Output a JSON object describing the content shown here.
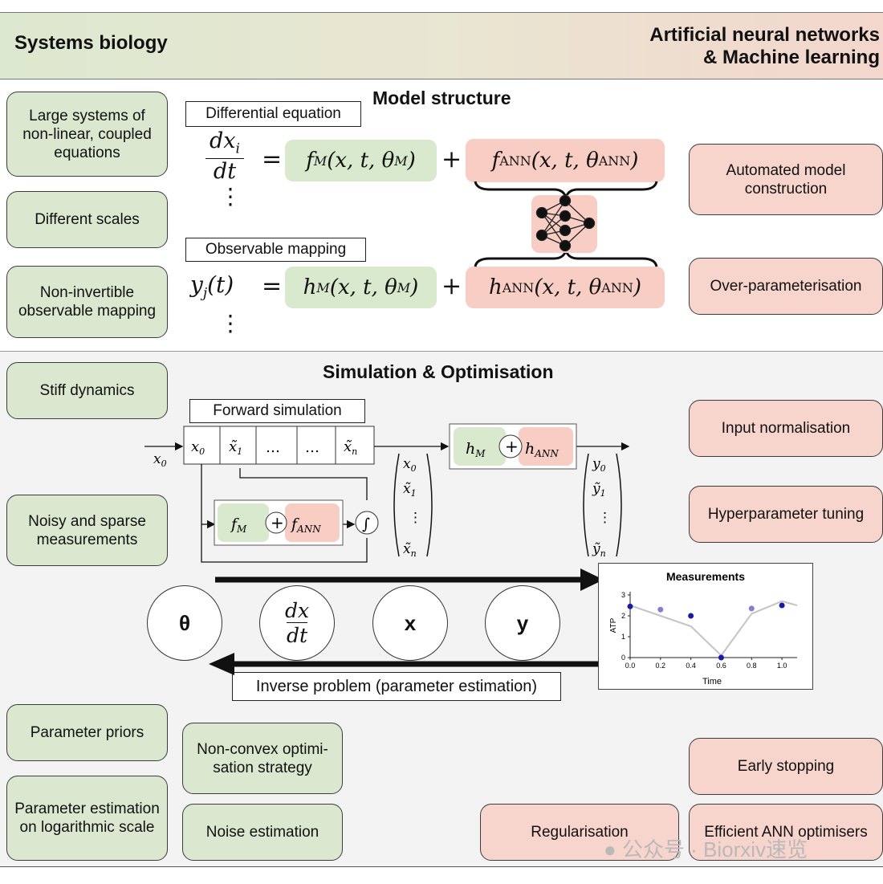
{
  "header": {
    "left_title": "Systems biology",
    "right_title_line1": "Artificial neural networks",
    "right_title_line2": "& Machine learning"
  },
  "model_structure": {
    "title": "Model structure",
    "diff_eq_label": "Differential equation",
    "obs_map_label": "Observable mapping"
  },
  "simulation": {
    "title": "Simulation & Optimisation",
    "forward_label": "Forward simulation",
    "inverse_label": "Inverse problem (parameter estimation)",
    "circles": [
      "θ",
      "x",
      "y"
    ],
    "dots": "…"
  },
  "left_boxes": [
    "Large systems of non-linear, coupled equations",
    "Different scales",
    "Non-invertible observable mapping",
    "Stiff dynamics",
    "Noisy and sparse measurements",
    "Parameter priors",
    "Parameter estimation on logarithmic scale"
  ],
  "mid_boxes": [
    "Non-convex optimi- sation strategy",
    "Noise estimation"
  ],
  "right_boxes": [
    "Automated model construction",
    "Over-parameterisation",
    "Input normalisation",
    "Hyperparameter tuning",
    "Early stopping",
    "Efficient ANN optimisers",
    "Regularisation"
  ],
  "chart_data": {
    "type": "line",
    "title": "Measurements",
    "xlabel": "Time",
    "ylabel": "ATP",
    "xlim": [
      0.0,
      1.1
    ],
    "ylim": [
      0,
      3
    ],
    "xticks": [
      "0.0",
      "0.2",
      "0.4",
      "0.6",
      "0.8",
      "1.0"
    ],
    "yticks": [
      "0",
      "1",
      "2",
      "3"
    ],
    "line": {
      "x": [
        0.0,
        0.2,
        0.4,
        0.6,
        0.8,
        1.0,
        1.1
      ],
      "y": [
        2.5,
        2.0,
        1.5,
        0.1,
        2.1,
        2.7,
        2.5
      ]
    },
    "points": [
      {
        "x": 0.0,
        "y": 2.45,
        "color": "#1a1aa8"
      },
      {
        "x": 0.2,
        "y": 2.3,
        "color": "#8a7ad0"
      },
      {
        "x": 0.4,
        "y": 2.0,
        "color": "#1a1aa8"
      },
      {
        "x": 0.6,
        "y": 0.0,
        "color": "#1a1aa8"
      },
      {
        "x": 0.8,
        "y": 2.35,
        "color": "#8a7ad0"
      },
      {
        "x": 1.0,
        "y": 2.5,
        "color": "#1a1aa8"
      }
    ]
  },
  "watermark": "公众号 · Biorxiv速览",
  "colors": {
    "green": "#dbe8cf",
    "pink": "#f8d5cc"
  }
}
